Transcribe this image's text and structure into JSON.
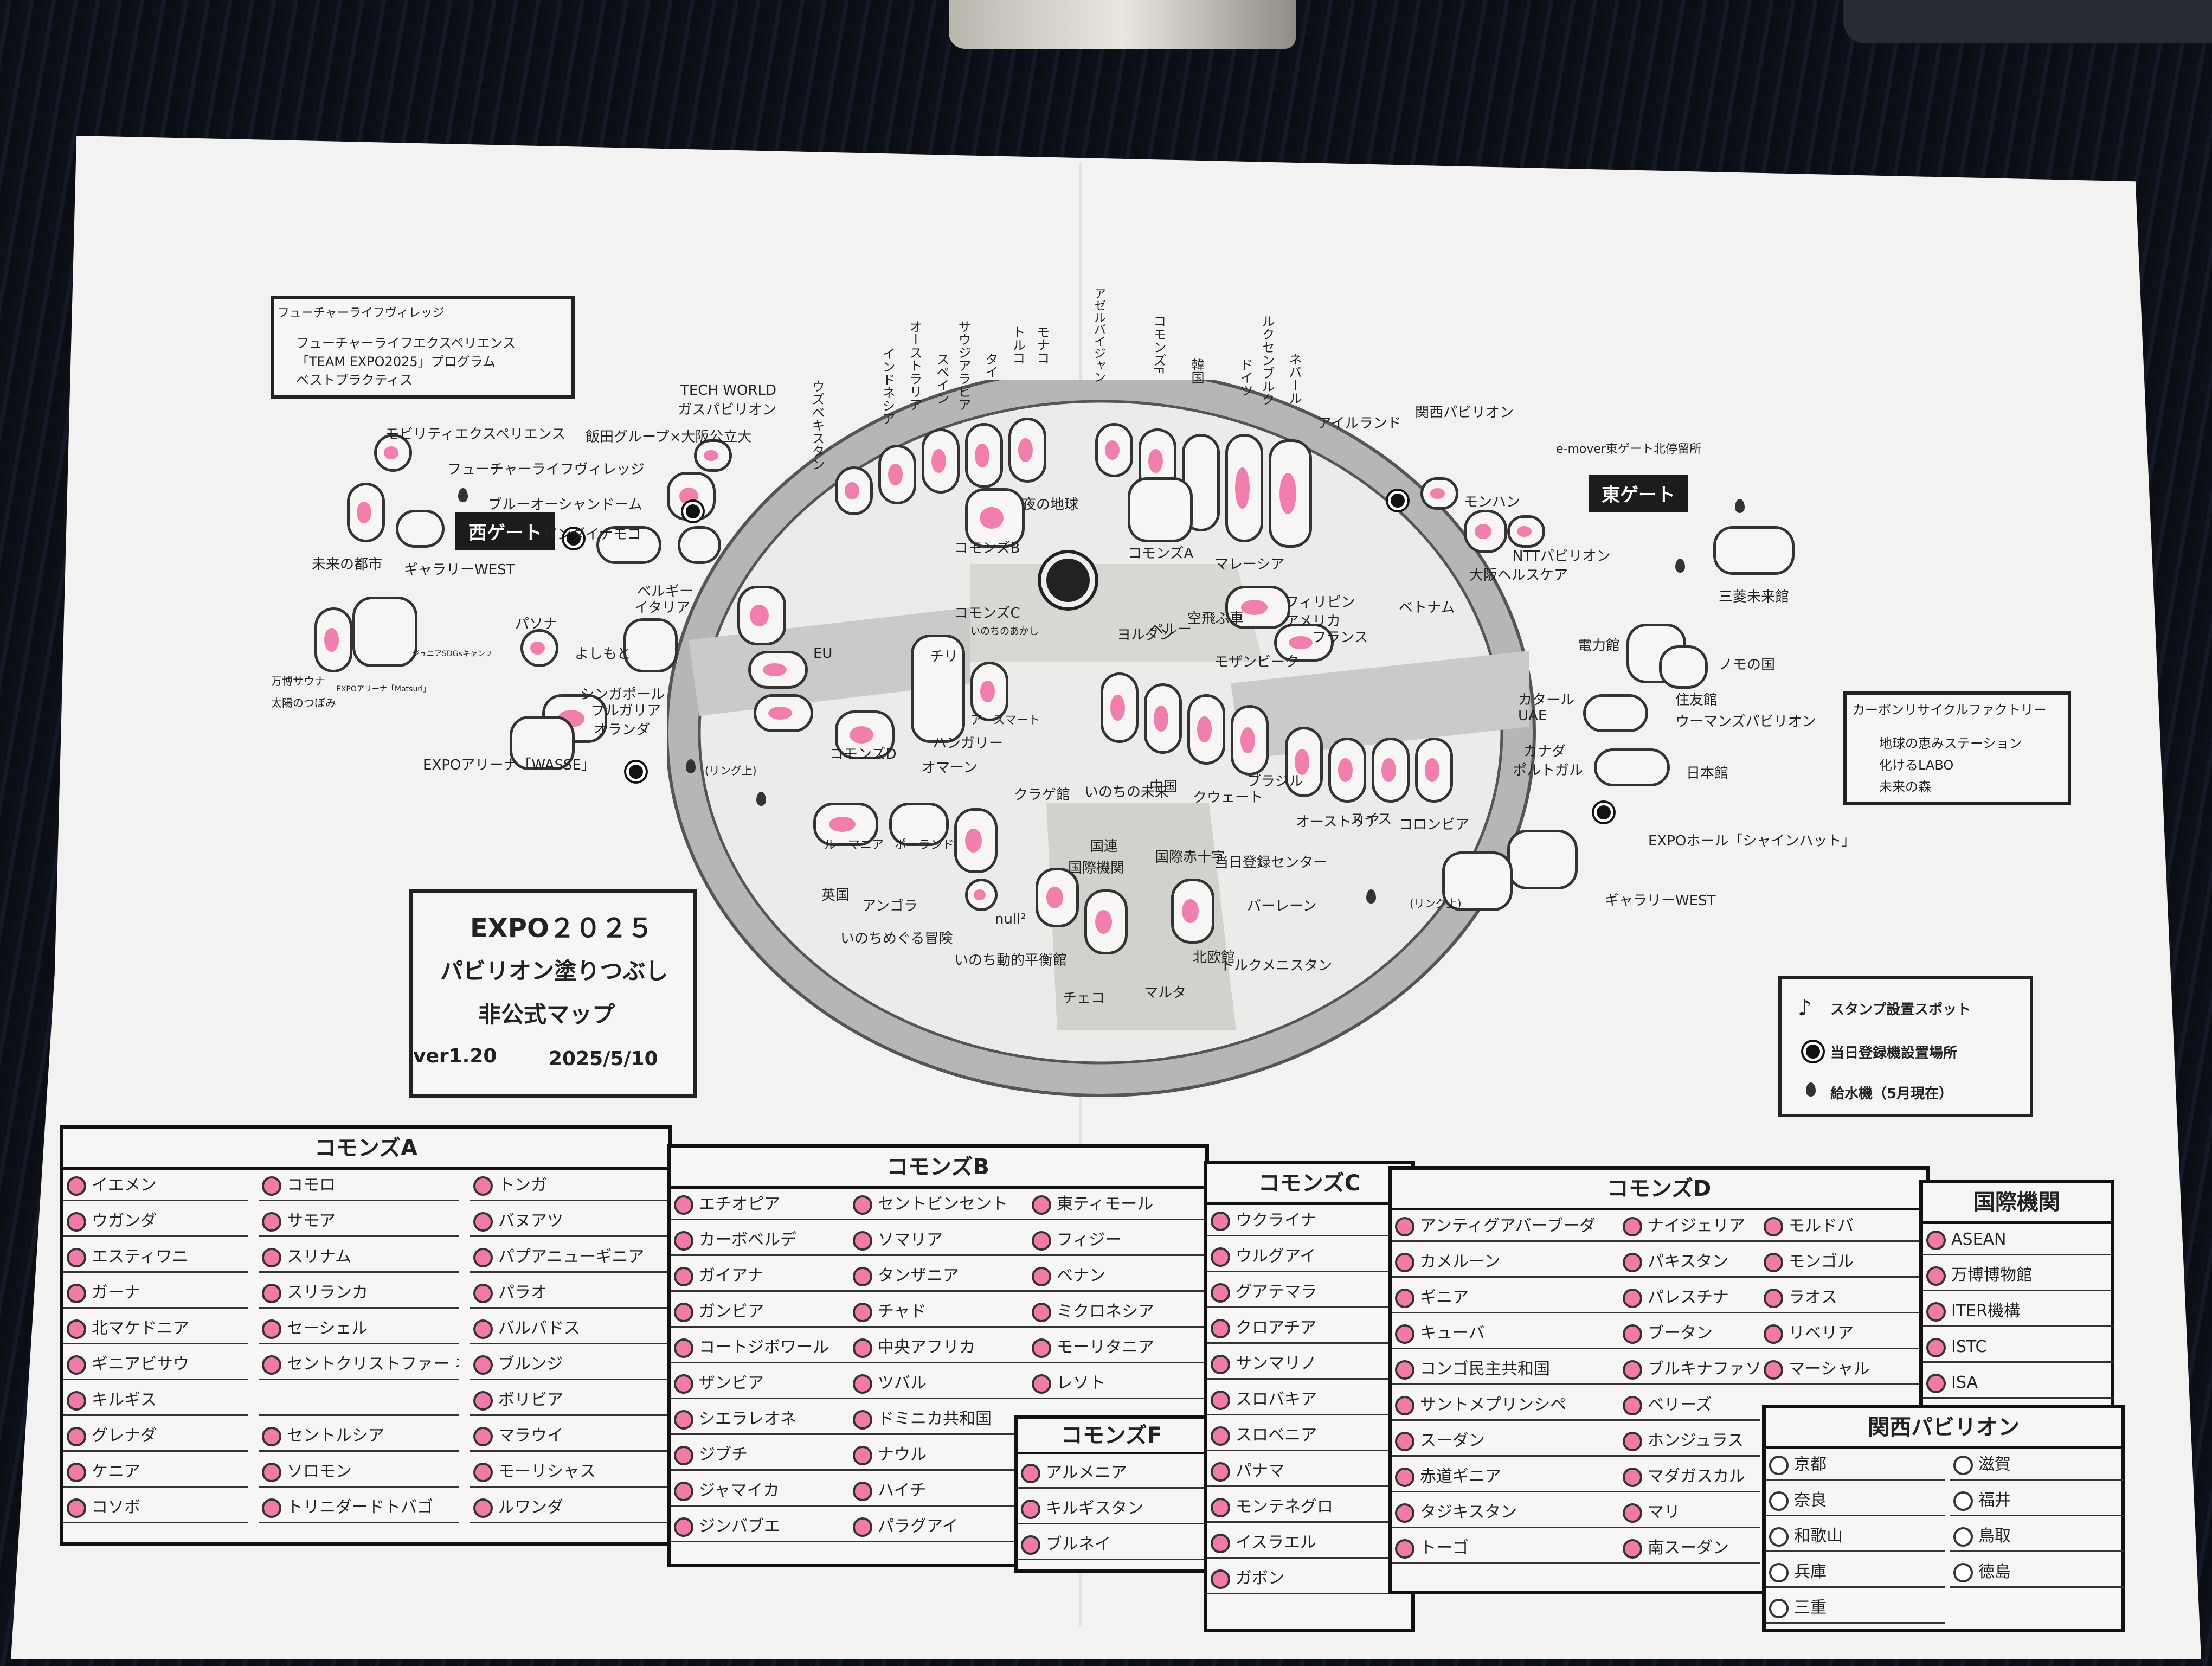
{
  "legend_top_left": {
    "title": "フューチャーライフヴィレッジ",
    "items": [
      "フューチャーライフエクスペリエンス",
      "「TEAM EXPO2025」プログラム",
      "ベストプラクティス"
    ]
  },
  "labels": {
    "tech_world": "TECH WORLD",
    "gas_pavilion": "ガスパビリオン",
    "iida_osaka": "飯田グループ×大阪公立大",
    "mobility": "モビリティエクスペリエンス",
    "flv": "フューチャーライフヴィレッジ",
    "blue_ocean": "ブルーオーシャンドーム",
    "nishi_gate": "西ゲート",
    "miraitoshi": "未来の都市",
    "gallery_west": "ギャラリーWEST",
    "pandaina": "パンダイナモコ",
    "yoshimoto": "よしもと",
    "pasona": "パソナ",
    "bansaku": "万博サウナ",
    "taiyou": "太陽のつぼみ",
    "expo_arena": "EXPOアリーナ「WASSE」",
    "junior": "ジュニアSDGsキャンプ",
    "matsuri": "EXPOアリーナ「Matsuri」",
    "belgie": "ベルギー",
    "italia": "イタリア",
    "singapore": "シンガポール",
    "bulgaria": "ブルガリア",
    "oranda": "オランダ",
    "eu": "EU",
    "commons_b": "コモンズB",
    "commons_c": "コモンズC",
    "commons_d": "コモンズD",
    "commons_a": "コモンズA",
    "commons_f": "コモンズF",
    "yoru": "夜の地球",
    "hungary": "ハンガリー",
    "oman": "オマーン",
    "earthmart": "アースマート",
    "inochi_aka": "いのちのあかし",
    "kurage": "クラゲ館",
    "romania": "ルーマニア",
    "poland": "ポーランド",
    "eikoku": "英国",
    "angola": "アンゴラ",
    "inochimeguru": "いのちめぐる冒険",
    "null2": "null²",
    "inochi_dobutsu": "いのち動的平衡館",
    "chile": "チリ",
    "kokuren": "国連",
    "kokusaikikan": "国際機関",
    "sekijuji": "国際赤十字",
    "touroku_center": "当日登録センター",
    "bahrain": "バーレーン",
    "turkmen": "トルクメニスタン",
    "czech": "チェコ",
    "malta": "マルタ",
    "kitaoushu": "北欧館",
    "mirai_no_michi": "いのちの未来",
    "chugoku": "中国",
    "kuwait": "クウェート",
    "brazil": "ブラジル",
    "austria": "オーストリア",
    "swiss": "スイス",
    "colombia": "コロンビア",
    "mozambique": "モザンビーク",
    "soratobu": "空飛ぶ車",
    "peru": "ペルー",
    "jordan": "ヨルダン",
    "philippines": "フィリピン",
    "america": "アメリカ",
    "france": "フランス",
    "vietnam": "ベトナム",
    "malaysia": "マレーシア",
    "ireland": "アイルランド",
    "kansai": "関西パビリオン",
    "monhan": "モンハン",
    "ntt": "NTTパビリオン",
    "osaka_health": "大阪ヘルスケア",
    "higashi_gate": "東ゲート",
    "emover": "e-mover東ゲート北停留所",
    "denryoku": "電力館",
    "nomo": "ノモの国",
    "mitsubishi": "三菱未来館",
    "sumitomo": "住友館",
    "women": "ウーマンズパビリオン",
    "nihonkan": "日本館",
    "qatar": "カタール",
    "uae": "UAE",
    "canada": "カナダ",
    "portugal": "ポルトガル",
    "carbon": "カーボンリサイクルファクトリー",
    "chikyu": "地球の恵みステーション",
    "bakeru": "化けるLABO",
    "mirai_mori": "未来の森",
    "expo_hall": "EXPOホール「シャインハット」",
    "gallery_west2": "ギャラリーWEST",
    "ring": "(リング上)",
    "top_countries": [
      "ウズベキスタン",
      "インドネシア",
      "オーストラリア",
      "スペイン",
      "サウジアラビア",
      "タイ",
      "トルコ",
      "モナコ",
      "アゼルバイジャン",
      "韓国",
      "ドイツ",
      "ルクセンブルク",
      "ネパール"
    ]
  },
  "title_box": {
    "line1": "EXPO２０２５",
    "line2": "パビリオン塗りつぶし",
    "line3": "非公式マップ",
    "version": "ver1.20",
    "date": "2025/5/10"
  },
  "legend_right": {
    "stamp": "スタンプ設置スポット",
    "register": "当日登録機設置場所",
    "water": "給水機（5月現在）"
  },
  "tables": {
    "commons_a": {
      "title": "コモンズA",
      "cols": [
        [
          "イエメン",
          "ウガンダ",
          "エスティワニ",
          "ガーナ",
          "北マケドニア",
          "ギニアビサウ",
          "キルギス",
          "グレナダ",
          "ケニア",
          "コソボ"
        ],
        [
          "コモロ",
          "サモア",
          "スリナム",
          "スリランカ",
          "セーシェル",
          "セントクリストファー ネイビス",
          "",
          "セントルシア",
          "ソロモン",
          "トリニダードトバゴ"
        ],
        [
          "トンガ",
          "バヌアツ",
          "パプアニューギニア",
          "パラオ",
          "バルバドス",
          "ブルンジ",
          "ボリビア",
          "マラウイ",
          "モーリシャス",
          "ルワンダ"
        ]
      ]
    },
    "commons_b": {
      "title": "コモンズB",
      "cols": [
        [
          "エチオピア",
          "カーボベルデ",
          "ガイアナ",
          "ガンビア",
          "コートジボワール",
          "ザンビア",
          "シエラレオネ",
          "ジブチ",
          "ジャマイカ",
          "ジンバブエ"
        ],
        [
          "セントビンセント",
          "ソマリア",
          "タンザニア",
          "チャド",
          "中央アフリカ",
          "ツバル",
          "ドミニカ共和国",
          "ナウル",
          "ハイチ",
          "パラグアイ"
        ],
        [
          "東ティモール",
          "フィジー",
          "ベナン",
          "ミクロネシア",
          "モーリタニア",
          "レソト"
        ]
      ]
    },
    "commons_f": {
      "title": "コモンズF",
      "cols": [
        [
          "アルメニア",
          "キルギスタン",
          "ブルネイ"
        ]
      ]
    },
    "commons_c": {
      "title": "コモンズC",
      "cols": [
        [
          "ウクライナ",
          "ウルグアイ",
          "グアテマラ",
          "クロアチア",
          "サンマリノ",
          "スロバキア",
          "スロベニア",
          "パナマ",
          "モンテネグロ",
          "イスラエル",
          "ガボン"
        ]
      ]
    },
    "commons_d": {
      "title": "コモンズD",
      "cols": [
        [
          "アンティグアバーブーダ",
          "カメルーン",
          "ギニア",
          "キューバ",
          "コンゴ民主共和国",
          "サントメプリンシペ",
          "スーダン",
          "赤道ギニア",
          "タジキスタン",
          "トーゴ"
        ],
        [
          "ナイジェリア",
          "パキスタン",
          "パレスチナ",
          "ブータン",
          "ブルキナファソ",
          "ベリーズ",
          "ホンジュラス",
          "マダガスカル",
          "マリ",
          "南スーダン"
        ],
        [
          "モルドバ",
          "モンゴル",
          "ラオス",
          "リベリア",
          "マーシャル"
        ]
      ]
    },
    "kokusai": {
      "title": "国際機関",
      "cols": [
        [
          "ASEAN",
          "万博博物館",
          "ITER機構",
          "ISTC",
          "ISA"
        ]
      ]
    },
    "kansai": {
      "title": "関西パビリオン",
      "cols": [
        [
          "京都",
          "奈良",
          "和歌山",
          "兵庫",
          "三重"
        ],
        [
          "滋賀",
          "福井",
          "鳥取",
          "徳島"
        ]
      ]
    }
  },
  "colors": {
    "fill": "#f06aa0",
    "ink": "#222222",
    "ring": "#b8b8b8"
  }
}
